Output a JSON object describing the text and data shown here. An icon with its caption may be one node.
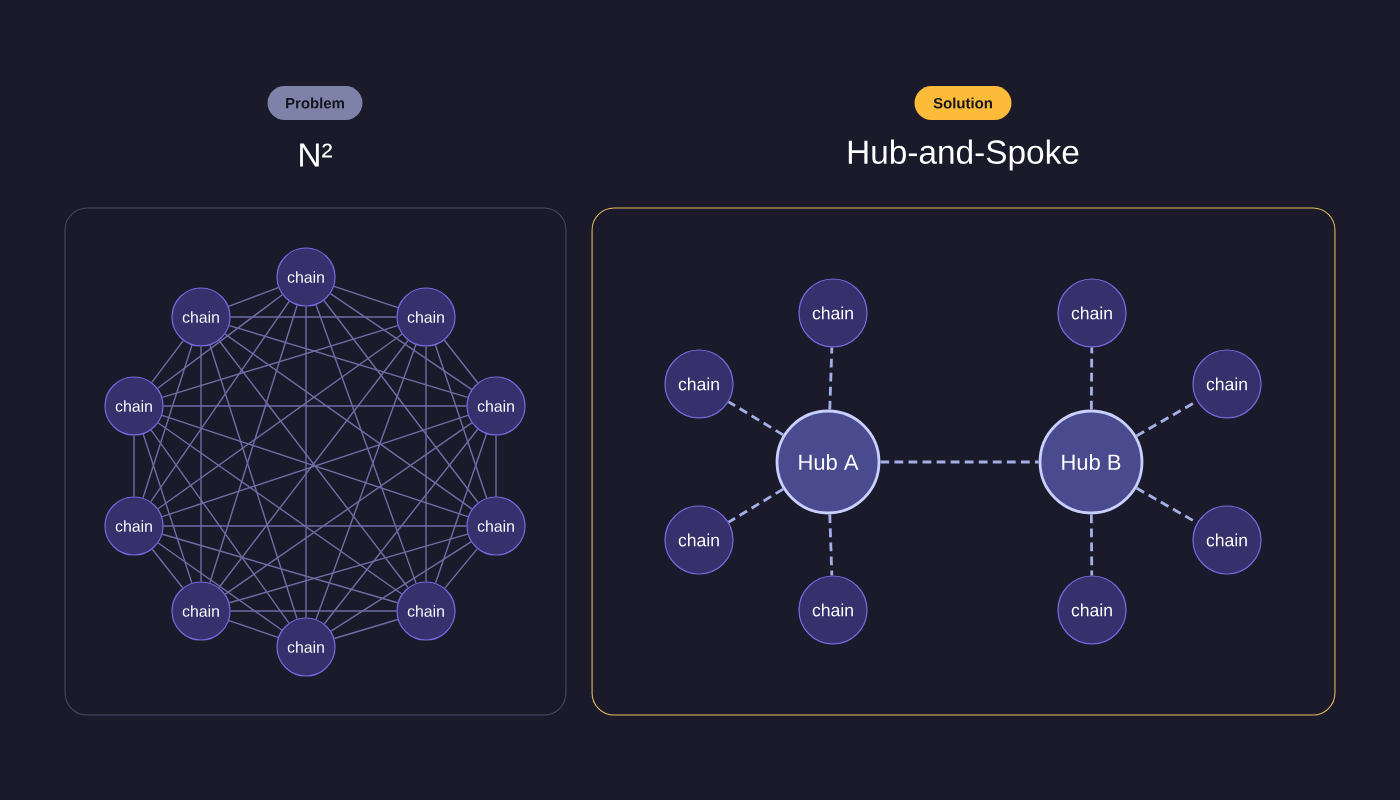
{
  "diagram": {
    "nodes": [
      {
        "text": [
          "Problem"
        ]
      },
      {
        "text": [
          "Solution"
        ]
      },
      {
        "text": [],
        "shape": "box"
      },
      {
        "text": [
          "chain"
        ],
        "in": 2
      },
      {
        "text": [
          "chain"
        ],
        "in": 2
      },
      {
        "text": [
          "chain"
        ],
        "in": 2
      },
      {
        "text": [
          "chain"
        ],
        "in": 2
      },
      {
        "text": [
          "chain"
        ],
        "in": 2
      },
      {
        "text": [
          "chain"
        ],
        "in": 2
      },
      {
        "text": [
          "chain"
        ],
        "in": 2
      },
      {
        "text": [
          "chain"
        ],
        "in": 2
      },
      {
        "text": [
          "chain"
        ],
        "in": 2
      },
      {
        "text": [
          "chain"
        ],
        "in": 2
      },
      {
        "text": [],
        "shape": "box"
      },
      {
        "text": [
          "chain"
        ],
        "in": 13
      },
      {
        "text": [
          "chain"
        ],
        "in": 13
      },
      {
        "text": [
          "chain"
        ],
        "in": 13
      },
      {
        "text": [
          "chain"
        ],
        "in": 13
      },
      {
        "text": [
          "Hub A"
        ],
        "in": 13
      },
      {
        "text": [
          "Hub B"
        ],
        "in": 13
      },
      {
        "text": [
          "chain"
        ],
        "in": 13
      },
      {
        "text": [
          "chain"
        ],
        "in": 13
      },
      {
        "text": [
          "chain"
        ],
        "in": 13
      },
      {
        "text": [
          "chain"
        ],
        "in": 13
      }
    ],
    "edges": [
      {
        "from": 3,
        "to": 4,
        "arrow": "none"
      },
      {
        "from": 3,
        "to": 5,
        "arrow": "none"
      },
      {
        "from": 3,
        "to": 6,
        "arrow": "none"
      },
      {
        "from": 3,
        "to": 7,
        "arrow": "none"
      },
      {
        "from": 3,
        "to": 8,
        "arrow": "none"
      },
      {
        "from": 3,
        "to": 9,
        "arrow": "none"
      },
      {
        "from": 3,
        "to": 10,
        "arrow": "none"
      },
      {
        "from": 3,
        "to": 11,
        "arrow": "none"
      },
      {
        "from": 3,
        "to": 12,
        "arrow": "none"
      },
      {
        "from": 4,
        "to": 5,
        "arrow": "none"
      },
      {
        "from": 4,
        "to": 6,
        "arrow": "none"
      },
      {
        "from": 4,
        "to": 7,
        "arrow": "none"
      },
      {
        "from": 4,
        "to": 8,
        "arrow": "none"
      },
      {
        "from": 4,
        "to": 9,
        "arrow": "none"
      },
      {
        "from": 4,
        "to": 10,
        "arrow": "none"
      },
      {
        "from": 4,
        "to": 11,
        "arrow": "none"
      },
      {
        "from": 4,
        "to": 12,
        "arrow": "none"
      },
      {
        "from": 5,
        "to": 6,
        "arrow": "none"
      },
      {
        "from": 5,
        "to": 7,
        "arrow": "none"
      },
      {
        "from": 5,
        "to": 8,
        "arrow": "none"
      },
      {
        "from": 5,
        "to": 9,
        "arrow": "none"
      },
      {
        "from": 5,
        "to": 10,
        "arrow": "none"
      },
      {
        "from": 5,
        "to": 11,
        "arrow": "none"
      },
      {
        "from": 5,
        "to": 12,
        "arrow": "none"
      },
      {
        "from": 6,
        "to": 7,
        "arrow": "none"
      },
      {
        "from": 6,
        "to": 8,
        "arrow": "none"
      },
      {
        "from": 6,
        "to": 9,
        "arrow": "none"
      },
      {
        "from": 6,
        "to": 10,
        "arrow": "none"
      },
      {
        "from": 6,
        "to": 11,
        "arrow": "none"
      },
      {
        "from": 6,
        "to": 12,
        "arrow": "none"
      },
      {
        "from": 7,
        "to": 8,
        "arrow": "none"
      },
      {
        "from": 7,
        "to": 9,
        "arrow": "none"
      },
      {
        "from": 7,
        "to": 10,
        "arrow": "none"
      },
      {
        "from": 7,
        "to": 11,
        "arrow": "none"
      },
      {
        "from": 7,
        "to": 12,
        "arrow": "none"
      },
      {
        "from": 8,
        "to": 9,
        "arrow": "none"
      },
      {
        "from": 8,
        "to": 10,
        "arrow": "none"
      },
      {
        "from": 8,
        "to": 11,
        "arrow": "none"
      },
      {
        "from": 8,
        "to": 12,
        "arrow": "none"
      },
      {
        "from": 9,
        "to": 10,
        "arrow": "none"
      },
      {
        "from": 9,
        "to": 11,
        "arrow": "none"
      },
      {
        "from": 9,
        "to": 12,
        "arrow": "none"
      },
      {
        "from": 10,
        "to": 11,
        "arrow": "none"
      },
      {
        "from": 10,
        "to": 12,
        "arrow": "none"
      },
      {
        "from": 11,
        "to": 12,
        "arrow": "none"
      },
      {
        "from": 18,
        "to": 14,
        "arrow": "none",
        "style": "dashed",
        "color": "#a3b0e6"
      },
      {
        "from": 18,
        "to": 16,
        "arrow": "none",
        "style": "dashed",
        "color": "#a3b0e6"
      },
      {
        "from": 18,
        "to": 20,
        "arrow": "none",
        "style": "dashed",
        "color": "#a3b0e6"
      },
      {
        "from": 18,
        "to": 22,
        "arrow": "none",
        "style": "dashed",
        "color": "#a3b0e6"
      },
      {
        "from": 18,
        "to": 19,
        "arrow": "none",
        "style": "dashed",
        "color": "#a3b0e6"
      },
      {
        "from": 19,
        "to": 15,
        "arrow": "none",
        "style": "dashed",
        "color": "#a3b0e6"
      },
      {
        "from": 19,
        "to": 17,
        "arrow": "none",
        "style": "dashed",
        "color": "#a3b0e6"
      },
      {
        "from": 19,
        "to": 21,
        "arrow": "none",
        "style": "dashed",
        "color": "#a3b0e6"
      },
      {
        "from": 19,
        "to": 23,
        "arrow": "none",
        "style": "dashed",
        "color": "#a3b0e6"
      }
    ],
    "labels": [
      "N²",
      "Hub-and-Spoke"
    ]
  }
}
